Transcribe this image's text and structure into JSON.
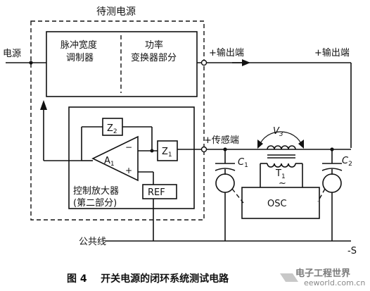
{
  "diagram": {
    "title": "待测电源",
    "block_pwm_line1": "脉冲宽度",
    "block_pwm_line2": "调制器",
    "block_power_line1": "功率",
    "block_power_line2": "变换器部分",
    "input_label": "电源",
    "output_label_1": "+输出端",
    "output_label_2": "+输出端",
    "sense_label": "+传感端",
    "z1": "Z",
    "z1_sub": "1",
    "z2": "Z",
    "z2_sub": "2",
    "amp": "A",
    "amp_sub": "1",
    "minus": "−",
    "plus": "+",
    "ref": "REF",
    "ctrl_amp_line1": "控制放大器",
    "ctrl_amp_line2": "(第二部分)",
    "v3": "V",
    "v3_sub": "3",
    "c1": "C",
    "c1_sub": "1",
    "c2": "C",
    "c2_sub": "2",
    "t1": "T",
    "t1_sub": "1",
    "tilde": "~",
    "osc": "OSC",
    "common": "公共线",
    "minus_s": "-S",
    "caption": "图 4    开关电源的闭环系统测试电路"
  },
  "watermark": {
    "cn": "电子工程世界",
    "url": "eeworld.com.cn"
  }
}
